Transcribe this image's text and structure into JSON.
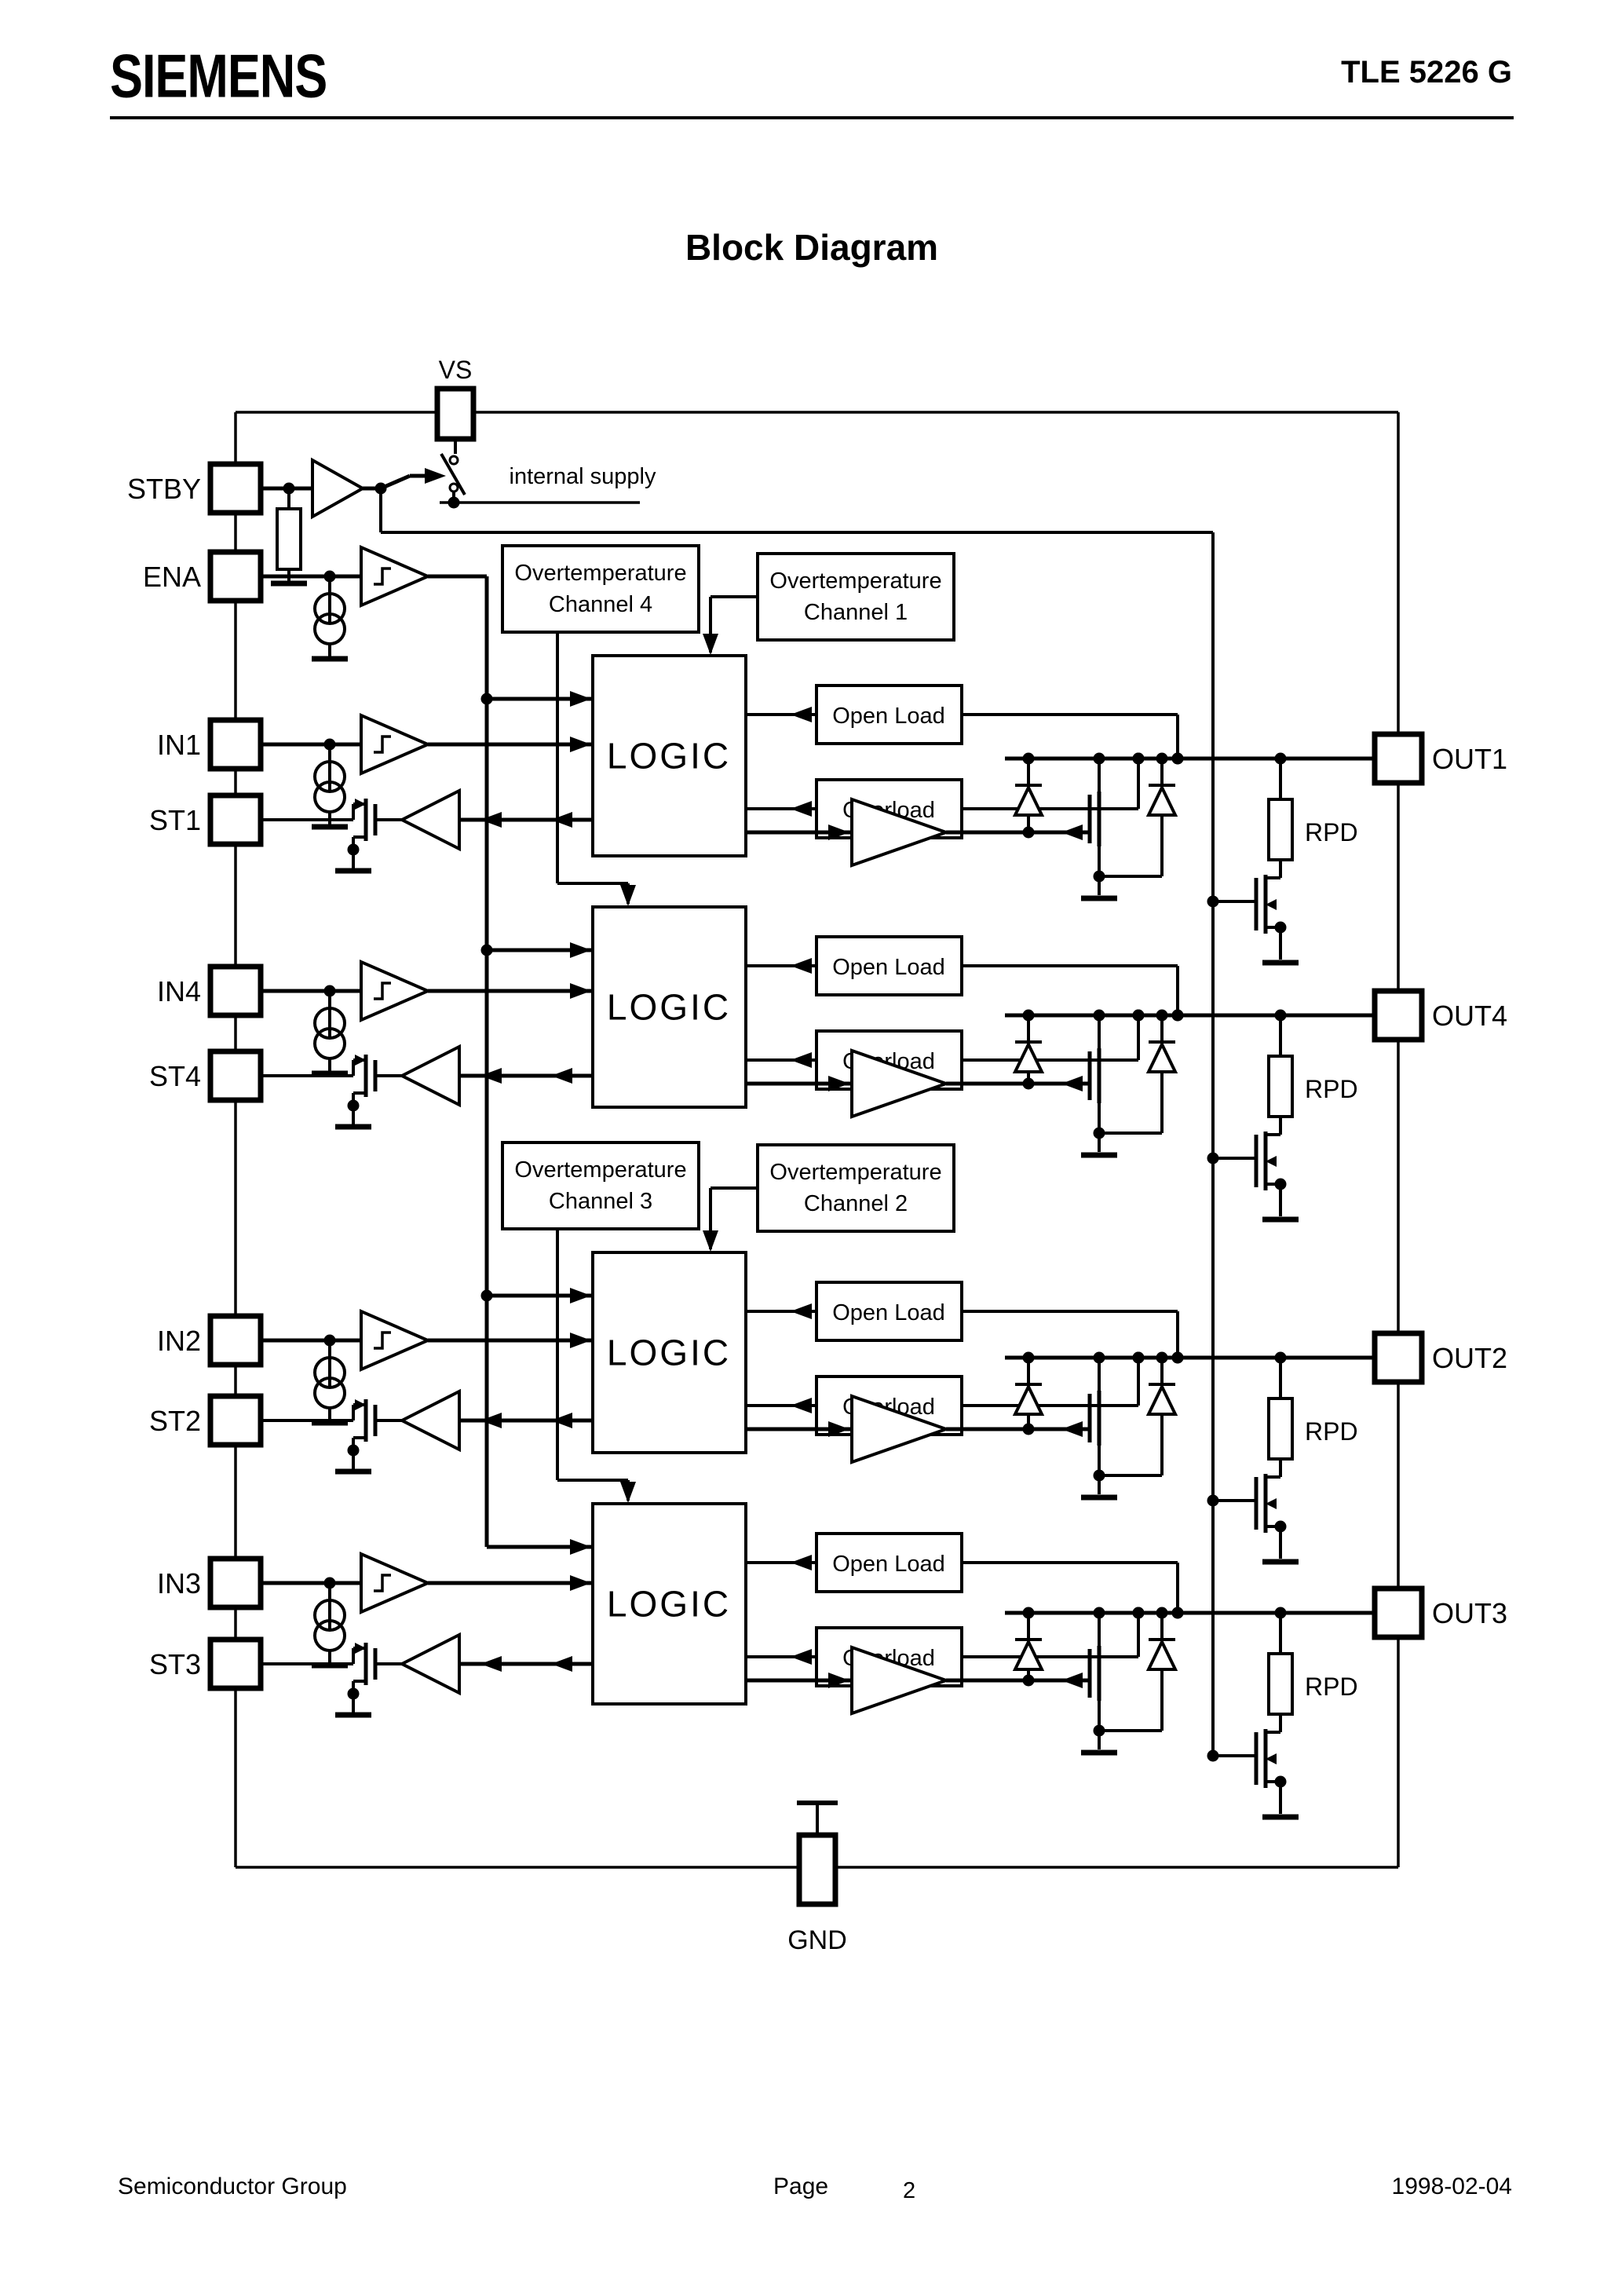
{
  "header": {
    "brand": "SIEMENS",
    "part": "TLE 5226 G"
  },
  "title": "Block Diagram",
  "diagram": {
    "supply_pin": "VS",
    "ground_pin": "GND",
    "internal_supply_label": "internal supply",
    "left_pins": [
      "STBY",
      "ENA",
      "IN1",
      "ST1",
      "IN4",
      "ST4",
      "IN2",
      "ST2",
      "IN3",
      "ST3"
    ],
    "right_pins": [
      "OUT1",
      "OUT4",
      "OUT2",
      "OUT3"
    ],
    "logic_label": "LOGIC",
    "pulldown_resistor_label": "RPD",
    "overtemp_boxes": [
      {
        "line1": "Overtemperature",
        "line2": "Channel 4"
      },
      {
        "line1": "Overtemperature",
        "line2": "Channel 1"
      },
      {
        "line1": "Overtemperature",
        "line2": "Channel 3"
      },
      {
        "line1": "Overtemperature",
        "line2": "Channel 2"
      }
    ],
    "monitor_boxes": {
      "open_load": "Open Load",
      "overload": "Overload"
    },
    "colors": {
      "ink": "#000000",
      "paper": "#ffffff"
    }
  },
  "footer": {
    "left": "Semiconductor Group",
    "page_label": "Page",
    "page_number": "2",
    "date": "1998-02-04"
  }
}
